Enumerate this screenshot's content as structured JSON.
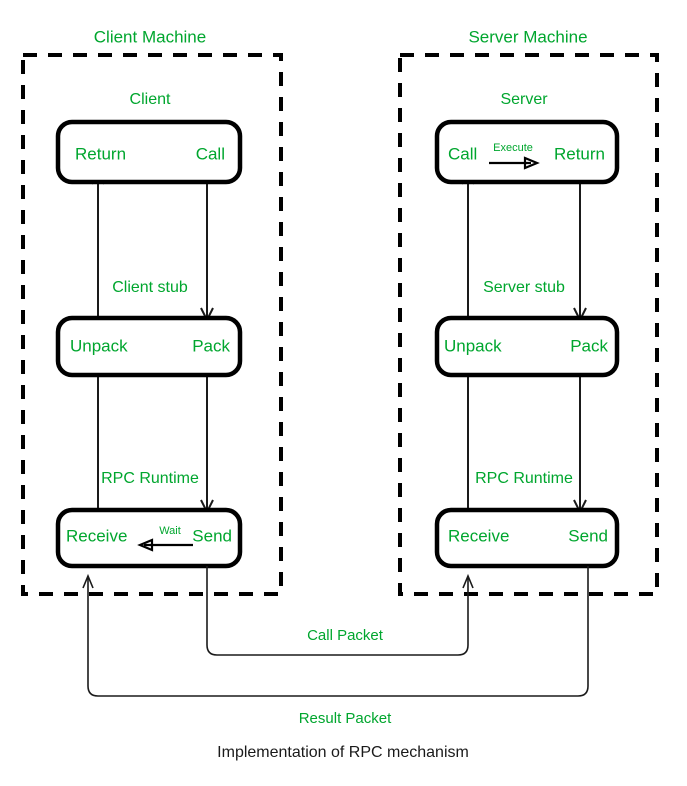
{
  "diagram": {
    "caption": "Implementation of RPC mechanism",
    "accent_color": "#00a62e",
    "line_color": "#1a1a1a",
    "caption_color": "#1a1a1a",
    "background": "#ffffff"
  },
  "client": {
    "machine_title": "Client Machine",
    "layers": [
      {
        "label": "Client",
        "left_box": "Return",
        "right_box": "Call"
      },
      {
        "label": "Client stub",
        "left_box": "Unpack",
        "right_box": "Pack"
      },
      {
        "label": "RPC Runtime",
        "left_box": "Receive",
        "right_box": "Send"
      }
    ],
    "inline_annotation": "Wait"
  },
  "server": {
    "machine_title": "Server Machine",
    "layers": [
      {
        "label": "Server",
        "left_box": "Call",
        "right_box": "Return"
      },
      {
        "label": "Server stub",
        "left_box": "Unpack",
        "right_box": "Pack"
      },
      {
        "label": "RPC Runtime",
        "left_box": "Receive",
        "right_box": "Send"
      }
    ],
    "inline_annotation": "Execute"
  },
  "packets": {
    "call_packet": "Call Packet",
    "result_packet": "Result Packet"
  }
}
